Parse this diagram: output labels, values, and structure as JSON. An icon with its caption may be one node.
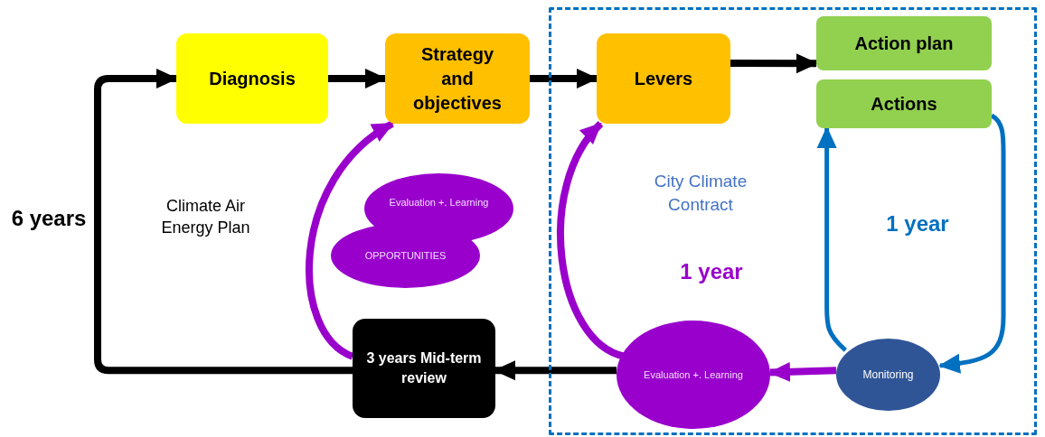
{
  "diagram": {
    "nodes": [
      {
        "text": [
          "Diagnosis"
        ]
      },
      {
        "text": [
          "Strategy and objectives"
        ]
      },
      {
        "text": [],
        "shape": "box"
      },
      {
        "text": [
          "Levers"
        ],
        "in": 2
      },
      {
        "text": [
          "Action plan"
        ],
        "in": 2
      },
      {
        "text": [
          "Actions"
        ],
        "in": 2
      },
      {
        "text": [
          "Evaluation +. Learning"
        ]
      },
      {
        "text": [
          "OPPORTUNITIES"
        ]
      },
      {
        "text": [
          "3 years Mid-term review"
        ]
      },
      {
        "text": [
          "Evaluation +. Learning"
        ],
        "in": 2
      },
      {
        "text": [
          "Monitoring"
        ],
        "in": 2
      }
    ],
    "edges": [
      {
        "from": 0,
        "to": 1,
        "arrow": "to"
      },
      {
        "from": 1,
        "to": 3,
        "arrow": "to"
      },
      {
        "from": 3,
        "to": 4,
        "arrow": "to"
      },
      {
        "from": 5,
        "to": 10,
        "arrow": "to",
        "color": "#0070c0"
      },
      {
        "from": 10,
        "to": 5,
        "arrow": "to",
        "color": "#0070c0"
      },
      {
        "from": 10,
        "to": 9,
        "arrow": "to",
        "color": "#9900cc"
      },
      {
        "from": 9,
        "to": 8,
        "arrow": "to"
      },
      {
        "from": 9,
        "to": 3,
        "arrow": "to",
        "color": "#9900cc"
      },
      {
        "from": 8,
        "to": 1,
        "arrow": "to",
        "color": "#9900cc"
      },
      {
        "from": 8,
        "to": 0,
        "arrow": "to"
      }
    ],
    "labels": [
      "6 years",
      "Climate Air Energy Plan",
      "City Climate Contract",
      "1 year",
      "1 year"
    ]
  }
}
